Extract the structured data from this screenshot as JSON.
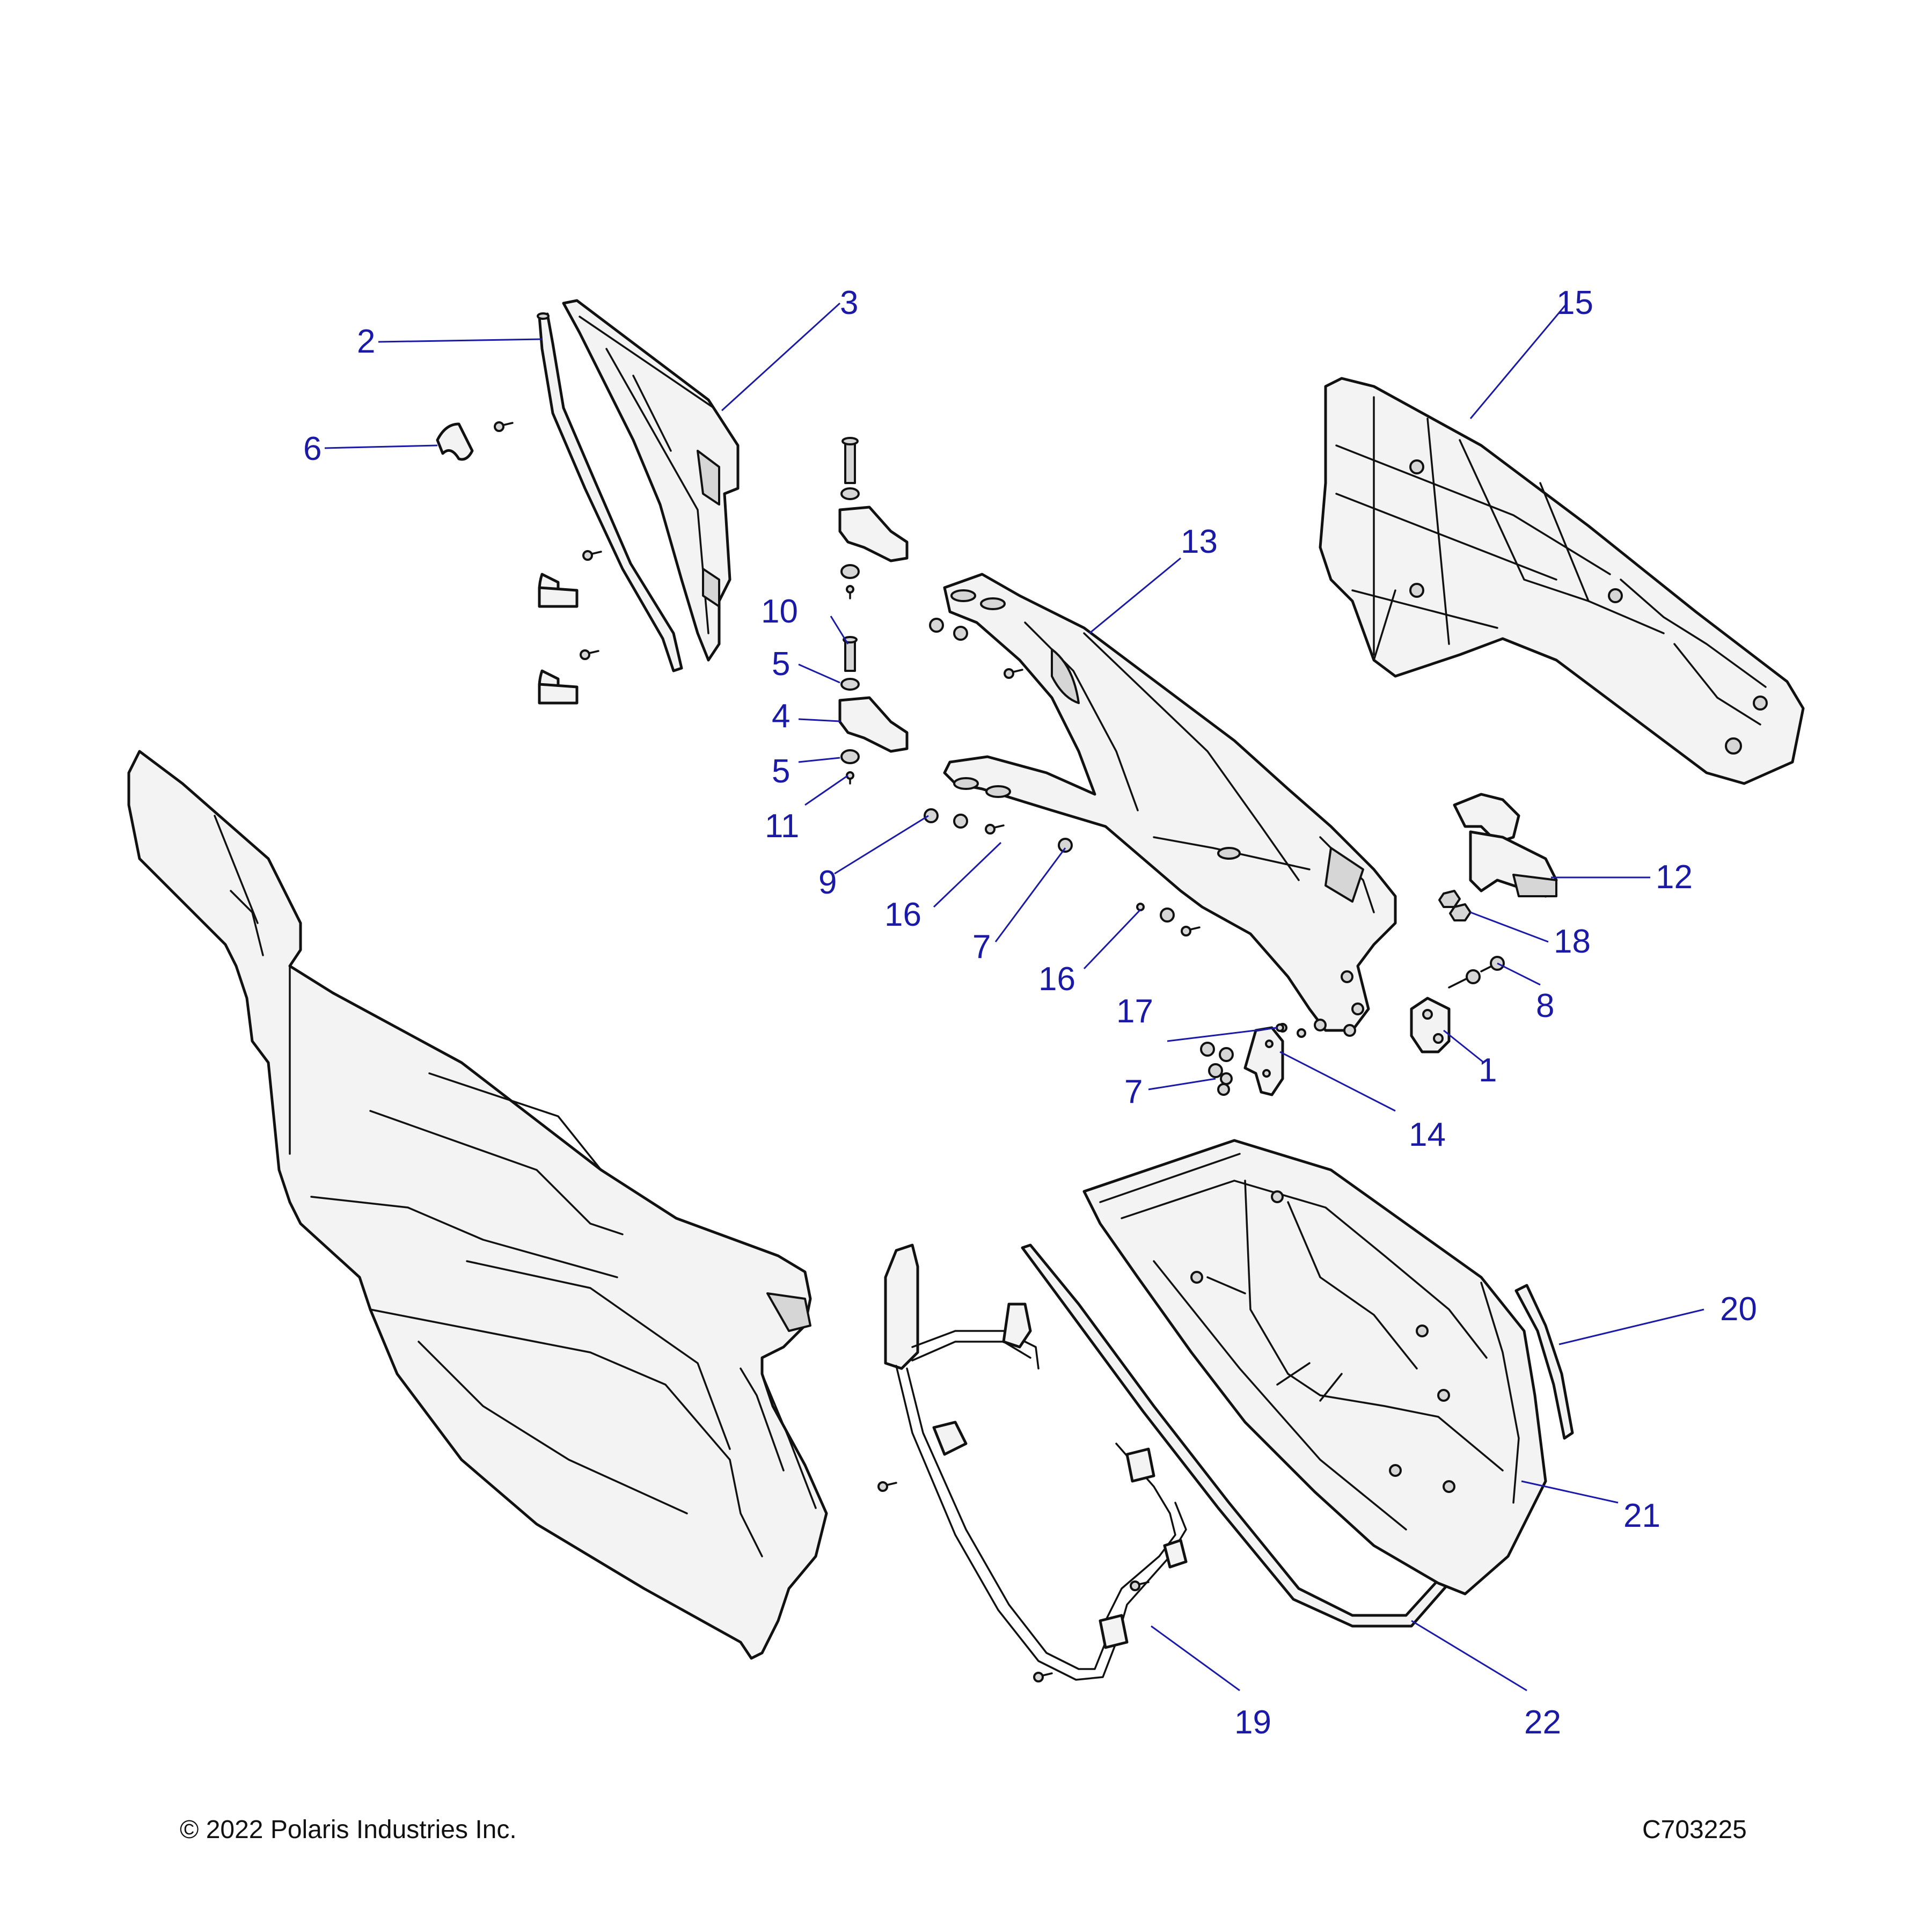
{
  "callouts": [
    "1",
    "2",
    "3",
    "4",
    "5",
    "5",
    "6",
    "7",
    "7",
    "8",
    "9",
    "10",
    "11",
    "12",
    "13",
    "14",
    "15",
    "16",
    "16",
    "17",
    "18",
    "19",
    "20",
    "21",
    "22"
  ],
  "footer": {
    "copyright": "© 2022 Polaris Industries Inc.",
    "drawing_number": "C703225"
  },
  "colors": {
    "callout": "#1a1aa6",
    "line": "#111111",
    "part_fill": "#f3f3f3",
    "part_shade": "#d6d6d6"
  }
}
